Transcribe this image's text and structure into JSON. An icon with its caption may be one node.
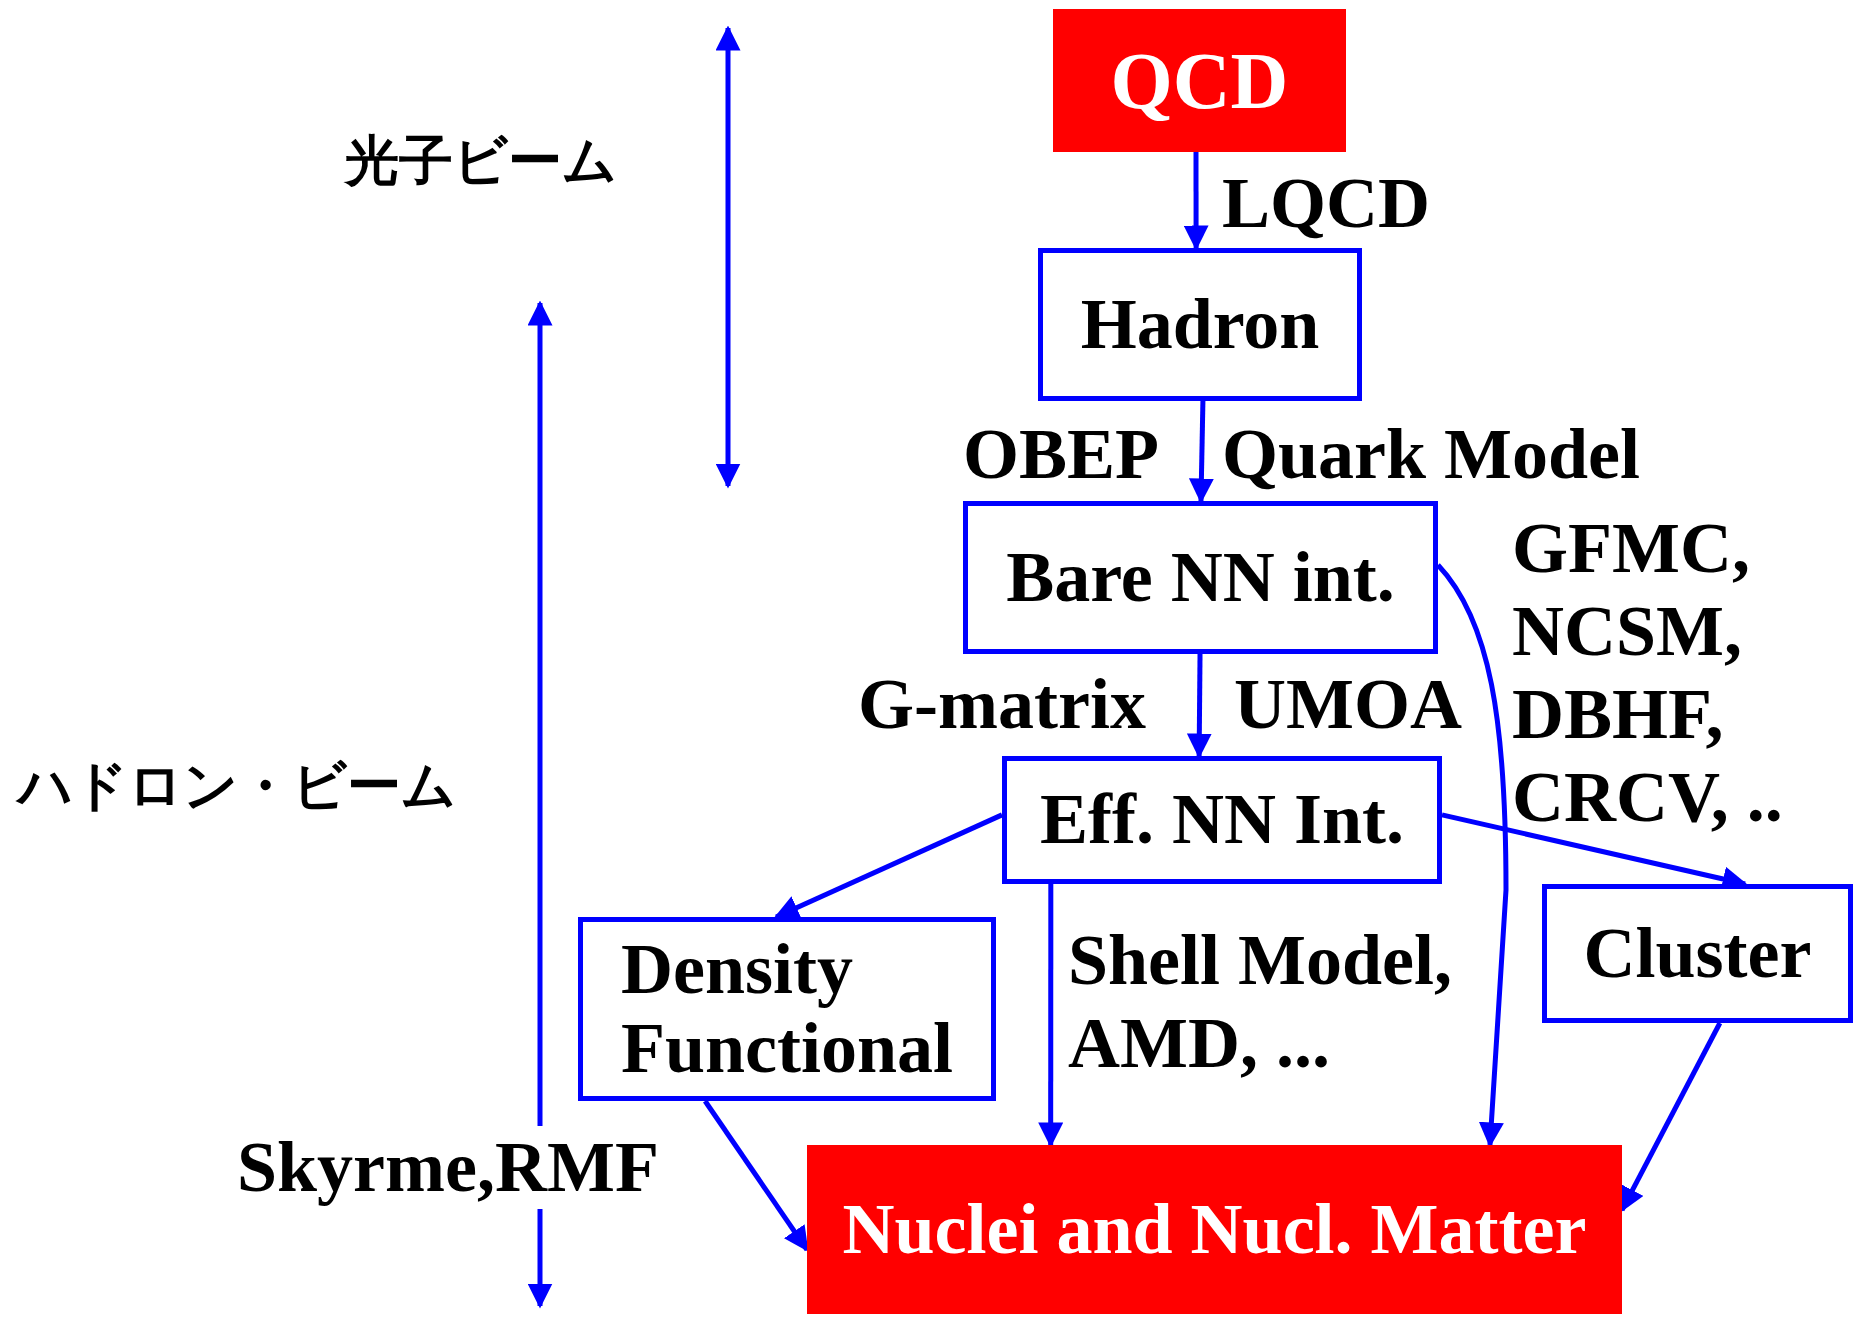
{
  "diagram": {
    "nodes": [
      {
        "text": [
          "QCD"
        ]
      },
      {
        "text": [
          "Hadron"
        ]
      },
      {
        "text": [
          "Bare NN int."
        ]
      },
      {
        "text": [
          "Eff. NN Int."
        ]
      },
      {
        "text": [
          "Density Functional"
        ]
      },
      {
        "text": [
          "Cluster"
        ]
      },
      {
        "text": [
          "Nuclei and Nucl. Matter"
        ]
      }
    ],
    "edges": [
      {
        "from": 0,
        "to": 1,
        "arrow": "to",
        "label": "LQCD"
      },
      {
        "from": 1,
        "to": 2,
        "arrow": "to",
        "label": "OBEP"
      },
      {
        "from": 2,
        "to": 3,
        "arrow": "to",
        "label": "G-matrix"
      },
      {
        "from": 2,
        "to": 6,
        "arrow": "to",
        "label": "GFMC, NCSM, DBHF, CRCV, .."
      },
      {
        "from": 3,
        "to": 4,
        "arrow": "to"
      },
      {
        "from": 3,
        "to": 5,
        "arrow": "to"
      },
      {
        "from": 3,
        "to": 6,
        "arrow": "to",
        "label": "Shell Model, AMD, ..."
      },
      {
        "from": 4,
        "to": 6,
        "arrow": "to",
        "label": "Skyrme,RMF"
      },
      {
        "from": 5,
        "to": 6,
        "arrow": "to"
      }
    ],
    "labels": [
      "光子ビーム",
      "Quark Model",
      "UMOA",
      "ハドロン・ビーム"
    ]
  }
}
